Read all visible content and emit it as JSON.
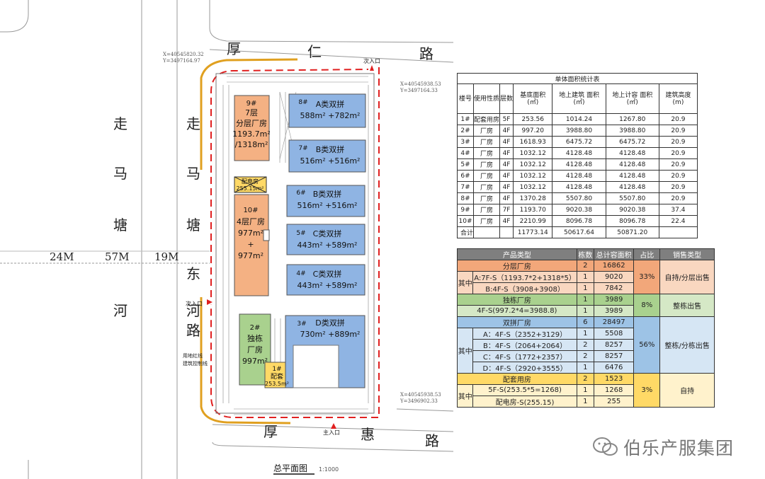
{
  "roads": {
    "north": [
      "厚",
      "仁",
      "路"
    ],
    "south": [
      "厚",
      "惠",
      "路"
    ],
    "west_outer": [
      "走",
      "马",
      "塘",
      "河"
    ],
    "west_inner": [
      "走",
      "马",
      "塘",
      "东",
      "河",
      "路"
    ],
    "widths": [
      "24M",
      "57M",
      "19M"
    ]
  },
  "coords": {
    "nw": [
      "X=40545820.32",
      "Y=3497164.97"
    ],
    "ne": [
      "X=40545938.53",
      "Y=3497164.33"
    ],
    "se": [
      "X=40545938.53",
      "Y=3496902.33"
    ]
  },
  "entrances": {
    "north": "次入口",
    "west": "次入口",
    "south": "主入口"
  },
  "line_labels": [
    "用地红线",
    "建筑控制线"
  ],
  "buildings": {
    "b9": {
      "id": "9#",
      "lines": [
        "7层",
        "分层厂房",
        "1193.7m²",
        "/1318m²"
      ]
    },
    "pd": {
      "label": "配电房",
      "area": "255.15m²"
    },
    "b10": {
      "id": "10#",
      "lines": [
        "4层厂房",
        "977m²",
        "+",
        "977m²"
      ]
    },
    "b2": {
      "id": "2#",
      "lines": [
        "独栋",
        "厂房",
        "997m²"
      ]
    },
    "b1": {
      "id": "1#",
      "lines": [
        "配套",
        "253.5m²"
      ]
    },
    "b8": {
      "id": "8#",
      "lines": [
        "A类双拼",
        "588m² +782m²"
      ]
    },
    "b7": {
      "id": "7#",
      "lines": [
        "B类双拼",
        "516m² +516m²"
      ]
    },
    "b6": {
      "id": "6#",
      "lines": [
        "B类双拼",
        "516m² +516m²"
      ]
    },
    "b5": {
      "id": "5#",
      "lines": [
        "C类双拼",
        "443m² +589m²"
      ]
    },
    "b4": {
      "id": "4#",
      "lines": [
        "C类双拼",
        "443m² +589m²"
      ]
    },
    "b3": {
      "id": "3#",
      "lines": [
        "D类双拼",
        "730m² +889m²"
      ]
    }
  },
  "plan_title": "总平面图",
  "plan_scale": "1:1000",
  "table1": {
    "caption": "单体面积统计表",
    "headers": [
      "楼号",
      "使用性质",
      "层数",
      "基底面积 (㎡)",
      "地上建筑 面积 (㎡)",
      "地上计容 面积 (㎡)",
      "建筑高度 (m)"
    ],
    "rows": [
      [
        "1#",
        "配套用房",
        "5F",
        "253.56",
        "1014.24",
        "1267.80",
        "20.9"
      ],
      [
        "2#",
        "厂房",
        "4F",
        "997.20",
        "3988.80",
        "3988.80",
        "20.9"
      ],
      [
        "3#",
        "厂房",
        "4F",
        "1618.93",
        "6475.72",
        "6475.72",
        "20.9"
      ],
      [
        "4#",
        "厂房",
        "4F",
        "1032.12",
        "4128.48",
        "4128.48",
        "20.9"
      ],
      [
        "5#",
        "厂房",
        "4F",
        "1032.12",
        "4128.48",
        "4128.48",
        "20.9"
      ],
      [
        "6#",
        "厂房",
        "4F",
        "1032.12",
        "4128.48",
        "4128.48",
        "20.9"
      ],
      [
        "7#",
        "厂房",
        "4F",
        "1032.12",
        "4128.48",
        "4128.48",
        "20.9"
      ],
      [
        "8#",
        "厂房",
        "4F",
        "1370.28",
        "5507.80",
        "5507.80",
        "20.9"
      ],
      [
        "9#",
        "厂房",
        "7F",
        "1193.70",
        "9020.38",
        "9020.38",
        "37.4"
      ],
      [
        "10#",
        "厂房",
        "4F",
        "2210.99",
        "8096.78",
        "8096.78",
        "22.4"
      ]
    ],
    "total": [
      "合计",
      "",
      "",
      "11773.14",
      "50617.64",
      "50871.20",
      ""
    ]
  },
  "table2": {
    "headers": [
      "产品类型",
      "栋数",
      "总计容面积",
      "占比",
      "销售类型"
    ],
    "g1": {
      "name": "分层厂房",
      "count": "2",
      "area": "16862",
      "pct": "33%",
      "sale": "自持/分层出售",
      "sub_label": "其中",
      "subs": [
        [
          "A:7F-S（1193.7*2+1318*5）",
          "1",
          "9020"
        ],
        [
          "B:4F-S（3908+3908）",
          "1",
          "7842"
        ]
      ]
    },
    "g2": {
      "name": "独栋厂房",
      "count": "1",
      "area": "3989",
      "pct": "8%",
      "sale": "整栋出售",
      "subs": [
        [
          "4F-S(997.2*4=3988.8)",
          "1",
          "3989"
        ]
      ]
    },
    "g3": {
      "name": "双拼厂房",
      "count": "6",
      "area": "28497",
      "pct": "56%",
      "sale": "整栋/分栋出售",
      "sub_label": "其中",
      "subs": [
        [
          "A：4F-S（2352+3129）",
          "1",
          "5508"
        ],
        [
          "B：4F-S（2064+2064）",
          "2",
          "8257"
        ],
        [
          "C：4F-S（1772+2357）",
          "2",
          "8257"
        ],
        [
          "D：4F-S（2920+3555）",
          "1",
          "6476"
        ]
      ]
    },
    "g4": {
      "name": "配套用房",
      "count": "2",
      "area": "1523",
      "pct": "3%",
      "sale": "自持",
      "sub_label": "其中",
      "subs": [
        [
          "5F-S(253.5*5=1268)",
          "1",
          "1268"
        ],
        [
          "配电房-S(255.15)",
          "1",
          "255"
        ]
      ]
    }
  },
  "watermark": "伯乐产服集团",
  "colors": {
    "orange": "#f4b183",
    "green": "#a9d18e",
    "blue": "#8fb4e3",
    "yellow": "#ffd966",
    "red_line": "#e02020",
    "road_arc": "#e0a020"
  }
}
